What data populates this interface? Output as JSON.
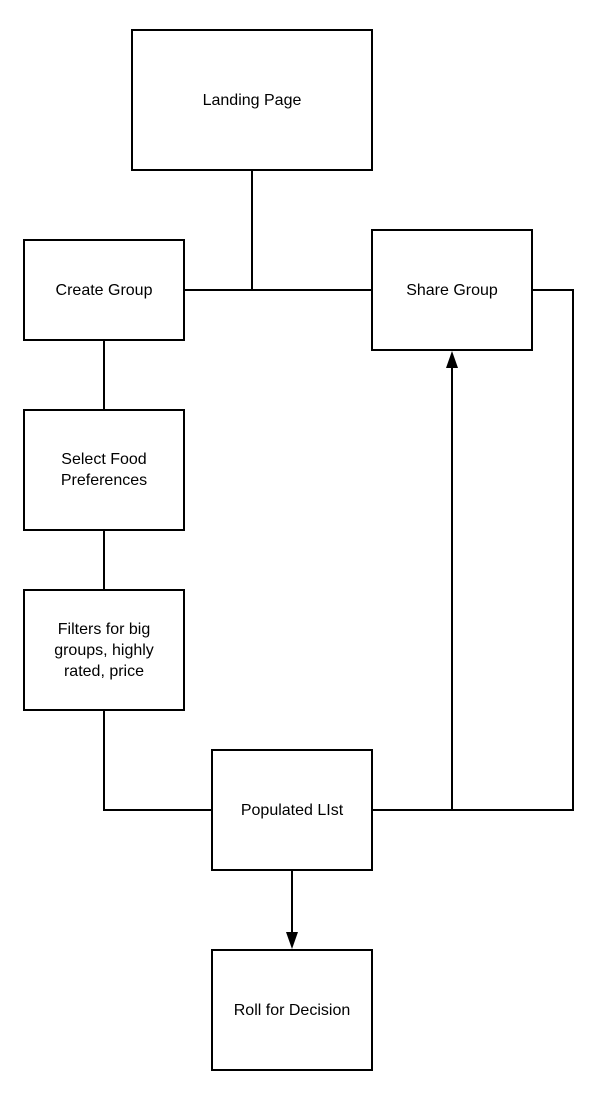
{
  "nodes": [
    {
      "id": "landing",
      "label": "Landing Page"
    },
    {
      "id": "create",
      "label": "Create Group"
    },
    {
      "id": "share",
      "label": "Share Group"
    },
    {
      "id": "prefs",
      "label": "Select Food\nPreferences"
    },
    {
      "id": "filters",
      "label": "Filters for big\ngroups, highly\nrated, price"
    },
    {
      "id": "populated",
      "label": "Populated LIst"
    },
    {
      "id": "roll",
      "label": "Roll for Decision"
    }
  ],
  "edges": [
    {
      "from": "landing",
      "to": "create",
      "arrow": false
    },
    {
      "from": "create",
      "to": "share",
      "arrow": false
    },
    {
      "from": "create",
      "to": "prefs",
      "arrow": false
    },
    {
      "from": "prefs",
      "to": "filters",
      "arrow": false
    },
    {
      "from": "filters",
      "to": "populated",
      "arrow": false
    },
    {
      "from": "populated",
      "to": "share",
      "arrow": true
    },
    {
      "from": "share",
      "to": "populated",
      "arrow": false
    },
    {
      "from": "populated",
      "to": "roll",
      "arrow": true
    }
  ],
  "colors": {
    "stroke": "#000000",
    "fill": "#ffffff",
    "text": "#000000"
  }
}
